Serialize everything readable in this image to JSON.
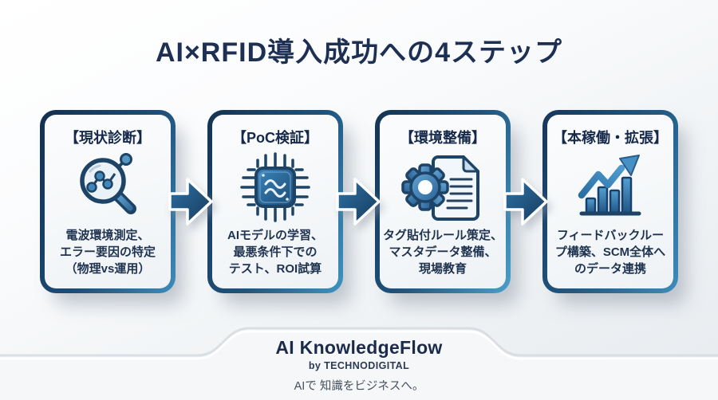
{
  "title": "AI×RFID導入成功への4ステップ",
  "colors": {
    "navy": "#16334f",
    "steel_blue": "#2e7fae",
    "light_blue": "#4a8fc0",
    "card_bg": "#f6f8fa",
    "page_bg": "#eef1f4",
    "text": "#1f3350"
  },
  "steps": [
    {
      "heading": "【現状診断】",
      "icon": "magnifier-chart-icon",
      "lines": [
        "電波環境測定、",
        "エラー要因の特定",
        "（物理vs運用）"
      ]
    },
    {
      "heading": "【PoC検証】",
      "icon": "ai-chip-icon",
      "lines": [
        "AIモデルの学習、",
        "最悪条件下での",
        "テスト、ROI試算"
      ]
    },
    {
      "heading": "【環境整備】",
      "icon": "gear-document-icon",
      "lines": [
        "タグ貼付ルール策定、",
        "マスタデータ整備、",
        "現場教育"
      ]
    },
    {
      "heading": "【本稼働・拡張】",
      "icon": "growth-chart-icon",
      "lines": [
        "フィードバックルー",
        "プ構築、SCM全体へ",
        "のデータ連携"
      ]
    }
  ],
  "footer": {
    "logo": "AI KnowledgeFlow",
    "byline": "by TECHNODIGITAL",
    "tagline": "AIで 知識をビジネスへ。"
  }
}
